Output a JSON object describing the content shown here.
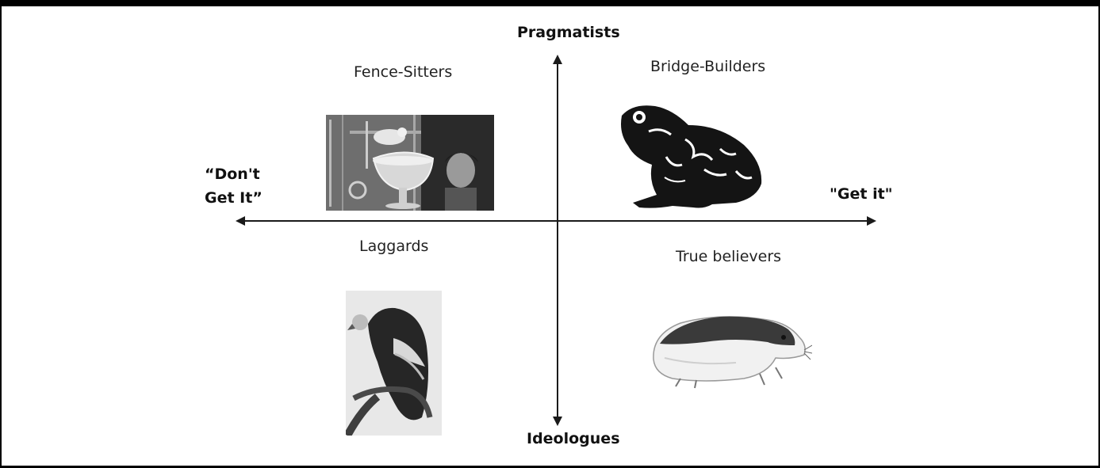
{
  "axes": {
    "top": "Pragmatists",
    "bottom": "Ideologues",
    "left_line1": "“Don't",
    "left_line2": "Get It”",
    "right": "\"Get it\""
  },
  "quadrants": {
    "top_left": "Fence-Sitters",
    "top_right": "Bridge-Builders",
    "bottom_left": "Laggards",
    "bottom_right": "True believers"
  },
  "images": {
    "top_left": "lab-mouse-photo",
    "top_right": "toad-silhouette",
    "bottom_left": "vulture-illustration",
    "bottom_right": "lemming-illustration"
  }
}
